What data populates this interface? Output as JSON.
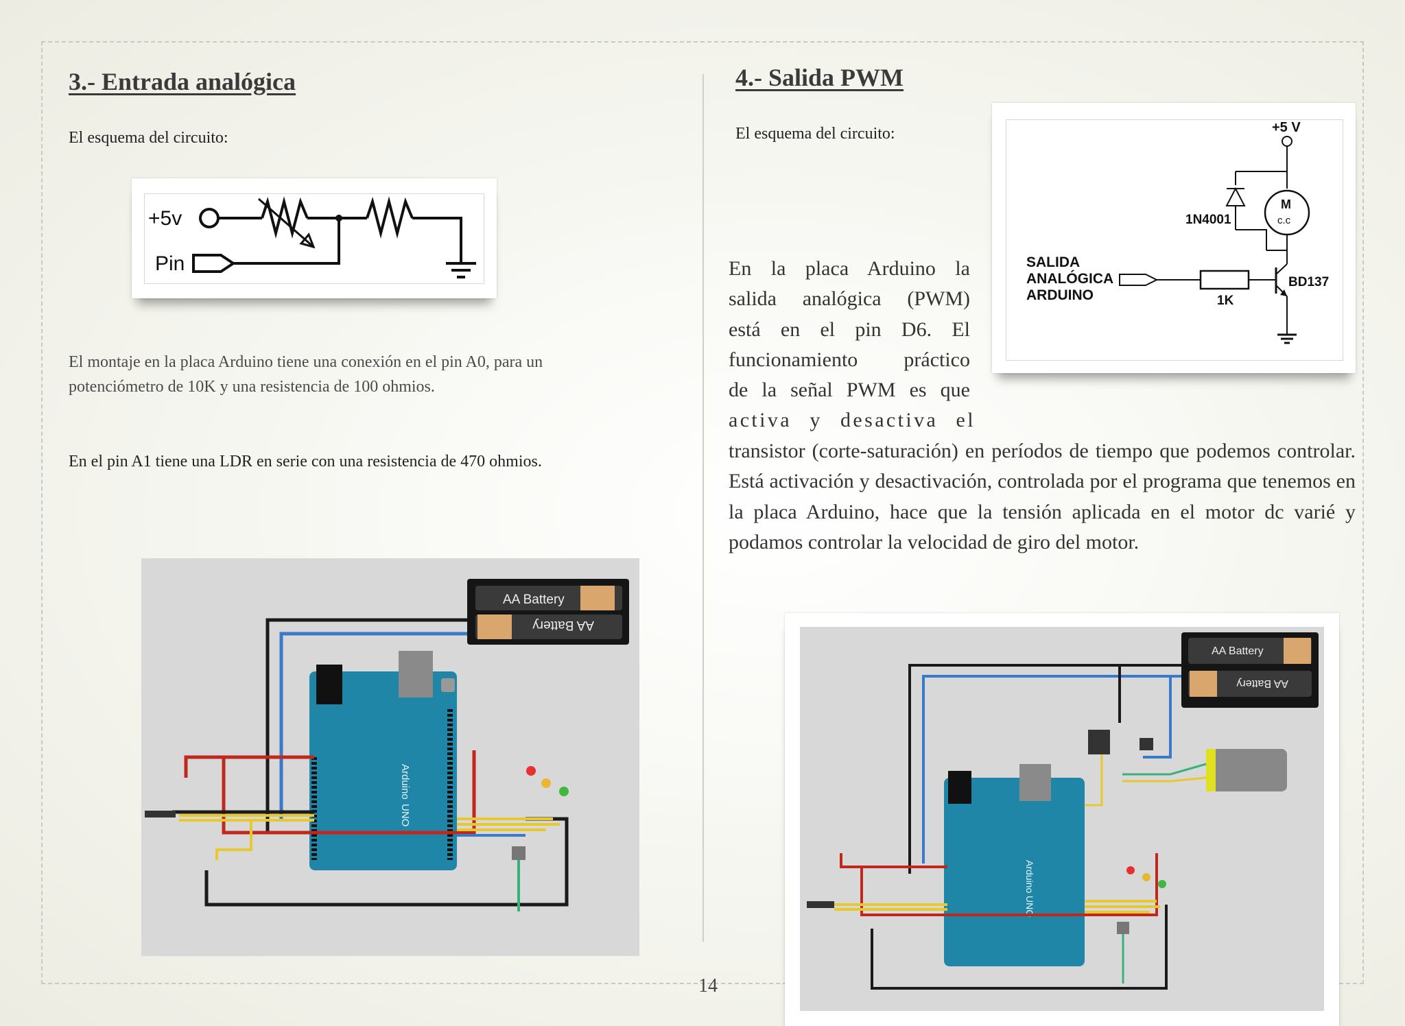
{
  "left": {
    "heading": "3.- Entrada analógica",
    "schema_label": "El esquema del circuito:",
    "circuit": {
      "supply_label": "+5v",
      "pin_label": "Pin"
    },
    "para1": "El montaje en la placa Arduino tiene una conexión en el pin A0, para un potenciómetro de 10K y una resistencia de 100 ohmios.",
    "para2": "En el pin A1 tiene una LDR en serie con una resistencia de 470 ohmios.",
    "board": {
      "battery_top": "AA Battery",
      "battery_bottom": "AA Battery",
      "board_label": "Arduino",
      "board_model": "UNO"
    }
  },
  "right": {
    "heading": "4.- Salida PWM",
    "schema_label": "El esquema del circuito:",
    "circuit": {
      "supply": "+5 V",
      "diode": "1N4001",
      "motor_top": "M",
      "motor_bottom": "c.c",
      "input_line1": "SALIDA",
      "input_line2": "ANALÓGICA",
      "input_line3": "ARDUINO",
      "resistor": "1K",
      "transistor": "BD137"
    },
    "para_lines": [
      "En la placa Arduino la",
      "salida analógica (PWM)",
      "está en el pin D6. El",
      "funcionamiento práctico",
      "de la señal PWM es que",
      "activa y desactiva el"
    ],
    "para_rest": "transistor (corte-saturación) en períodos de tiempo que podemos controlar. Está activación y desactivación, controlada por el programa que tenemos en la placa Arduino, hace que la tensión aplicada en el motor dc varié y podamos controlar la velocidad de giro del motor.",
    "board": {
      "battery_top": "AA Battery",
      "battery_bottom": "AA Battery",
      "board_label": "Arduino",
      "board_model": "UNO"
    }
  },
  "page_number": "14",
  "colors": {
    "wire_red": "#c0281e",
    "wire_black": "#1a1a1a",
    "wire_blue": "#3a78c8",
    "wire_yellow": "#e8c830",
    "board": "#1f86a8"
  }
}
